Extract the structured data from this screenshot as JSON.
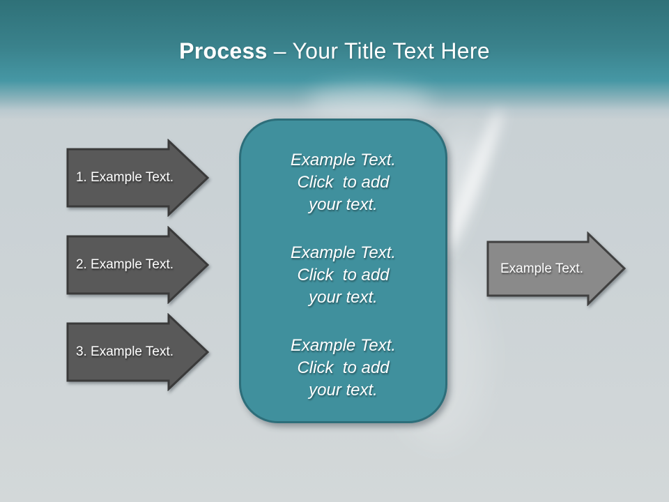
{
  "slide": {
    "title": {
      "emphasis": "Process",
      "rest": "– Your Title Text Here"
    },
    "steps": [
      {
        "label": "1. Example Text."
      },
      {
        "label": "2. Example Text."
      },
      {
        "label": "3. Example Text."
      }
    ],
    "center_box": {
      "paragraphs": [
        {
          "lines": [
            "Example Text.",
            "Click  to add",
            "your text."
          ]
        },
        {
          "lines": [
            "Example Text.",
            "Click  to add",
            "your text."
          ]
        },
        {
          "lines": [
            "Example Text.",
            "Click  to add",
            "your text."
          ]
        }
      ]
    },
    "output_arrow": {
      "label": "Example Text."
    },
    "colors": {
      "header_teal_dark": "#2f7178",
      "header_teal_light": "#4697a4",
      "box_fill": "#40909d",
      "box_border": "#2d6e7a",
      "step_arrow_fill": "#595959",
      "step_arrow_border": "#3a3a3a",
      "output_arrow_fill": "#8a8a8a",
      "output_arrow_border": "#404040",
      "background": "#ccd3d6",
      "text": "#ffffff"
    }
  }
}
